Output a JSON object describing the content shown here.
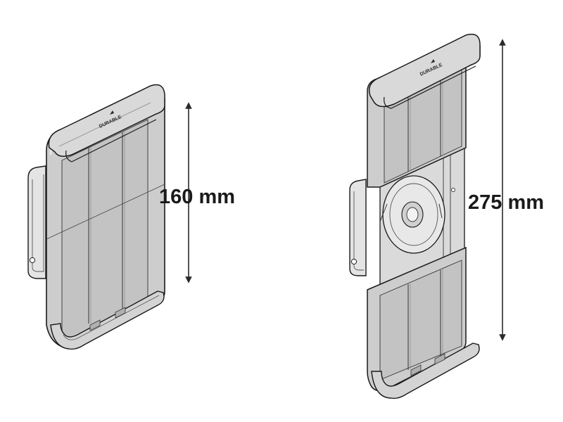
{
  "brand": "DURABLE",
  "colors": {
    "body": "#cdcdcd",
    "body_dark": "#b3b3b3",
    "edge": "#1a1a1a",
    "light": "#eeeeee",
    "arrow": "#2a2a2a"
  },
  "holders": [
    {
      "state": "closed",
      "dimension": "160 mm"
    },
    {
      "state": "extended",
      "dimension": "275 mm"
    }
  ]
}
